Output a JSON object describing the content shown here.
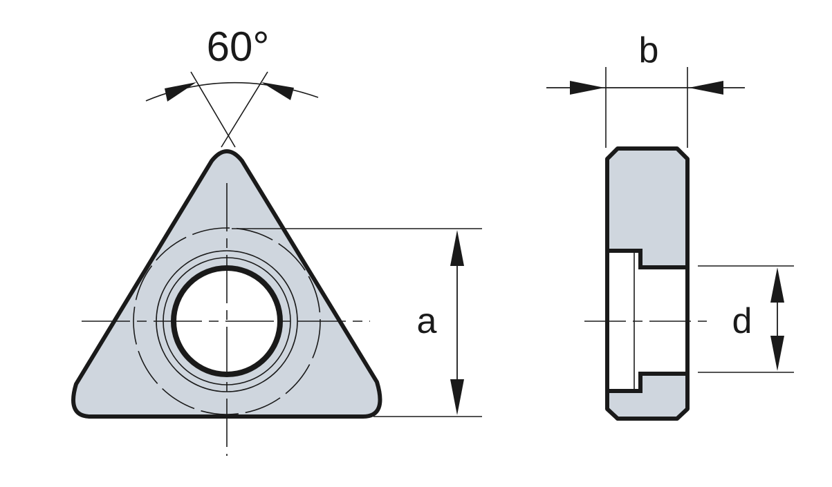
{
  "labels": {
    "angle": "60°",
    "a": "a",
    "b": "b",
    "d": "d"
  },
  "colors": {
    "fill": "#cfd6de",
    "outline": "#1a1a1a",
    "line": "#1a1a1a",
    "background": "#ffffff"
  }
}
